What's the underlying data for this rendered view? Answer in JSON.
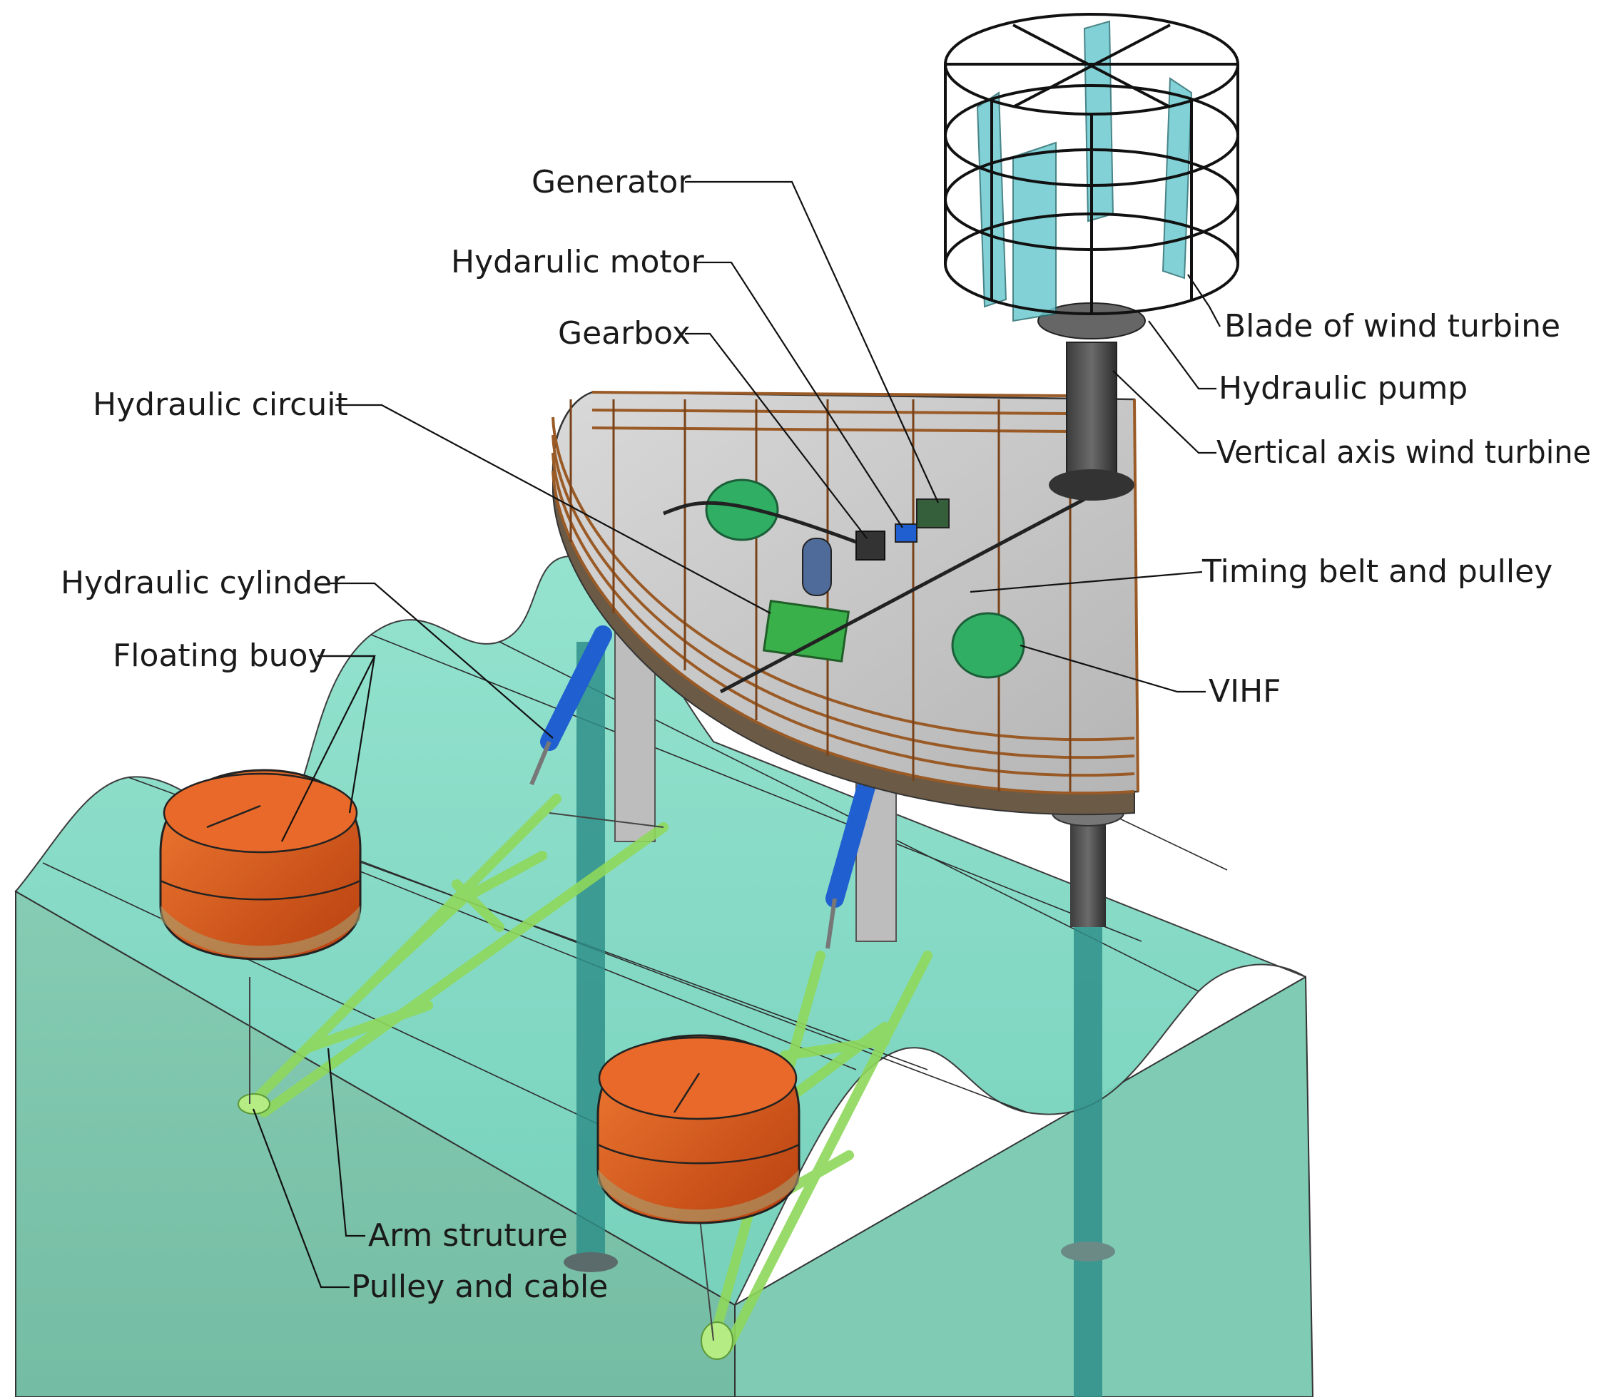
{
  "labels": {
    "generator": "Generator",
    "hydraulic_motor": "Hydarulic motor",
    "gearbox": "Gearbox",
    "hydraulic_circuit": "Hydraulic circuit",
    "hydraulic_cylinder": "Hydraulic cylinder",
    "floating_buoy": "Floating buoy",
    "blade_of_wind_turbine": "Blade of wind turbine",
    "hydraulic_pump": "Hydraulic pump",
    "vertical_axis_wind_turbine": "Vertical axis wind turbine",
    "timing_belt_and_pulley": "Timing belt and pulley",
    "vihf": "VIHF",
    "arm_structure": "Arm struture",
    "pulley_and_cable": "Pulley and cable"
  },
  "colors": {
    "sea": "#7fd6c1",
    "sea_dark": "#63b8a4",
    "buoy": "#d9541a",
    "platform": "#c7c7c7",
    "railing": "#9a5a26",
    "arm": "#9be06a",
    "cylinder": "#1f5fd0",
    "motor_green": "#2fae64",
    "turbine_blade": "#6cc9cf"
  }
}
